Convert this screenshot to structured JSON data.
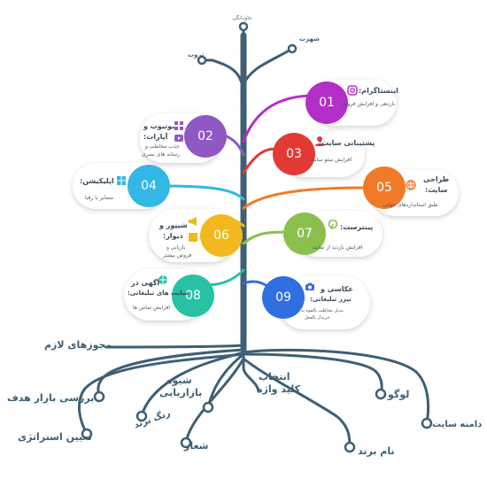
{
  "top_tags": [
    "جاودانگی",
    "شهرت",
    "ثروت"
  ],
  "cards": [
    {
      "num": "01",
      "title": "اینستاگرام:",
      "sub1": "بازدهی و افزایش فروش",
      "sub2": "",
      "color": "#b42fc8",
      "icon": "instagram-icon"
    },
    {
      "num": "02",
      "title": "یوتیوب و",
      "title2": "آپارات:",
      "sub1": "جذب مخاطب و",
      "sub2": "رسانه های بصری",
      "color": "#8e59c3",
      "icon": "play-icon"
    },
    {
      "num": "03",
      "title": "پشتیبانی سایت:",
      "sub1": "افزایش سئو سایت",
      "sub2": "",
      "color": "#e23a36",
      "icon": "support-icon"
    },
    {
      "num": "04",
      "title": "اپلیکیشن:",
      "sub1": "متمایز با رقبا",
      "sub2": "",
      "color": "#34b6e7",
      "icon": "windows-icon"
    },
    {
      "num": "05",
      "title": "طراحی",
      "title2": "سایت:",
      "sub1": "طبق استانداردهای جهانی",
      "sub2": "",
      "color": "#f07a2a",
      "icon": "globe-icon"
    },
    {
      "num": "06",
      "title": "شیپور و",
      "title2": "دیوار:",
      "sub1": "بازیابی و",
      "sub2": "فروش بیشتر",
      "color": "#f2b81d",
      "icon": "megaphone-icon"
    },
    {
      "num": "07",
      "title": "پینترست:",
      "sub1": "افزایش بازدید از سایت",
      "sub2": "",
      "color": "#8cc04e",
      "icon": "pinterest-icon"
    },
    {
      "num": "08",
      "title": "آگهی در",
      "title2": "سایت های تبلیغاتی:",
      "sub1": "افزایش تماس ها",
      "sub2": "",
      "color": "#27c2a4",
      "icon": "web-icon"
    },
    {
      "num": "09",
      "title": "عکاسی و",
      "title2": "تیزر تبلیغاتی:",
      "sub1": "تبدیل مخاطب بالقوه به",
      "sub2": "خریدار بالفعل",
      "color": "#2f6fe0",
      "icon": "camera-icon"
    }
  ],
  "roots": [
    "مجوزهای لازم",
    "بررسی بازار هدف",
    "تعیین استراتژی",
    "رنگ برند",
    "شیوه",
    "بازاریابی",
    "شعار",
    "انتخاب",
    "کلید واژه",
    "نام برند",
    "لوگو",
    "دامنه سایت"
  ]
}
